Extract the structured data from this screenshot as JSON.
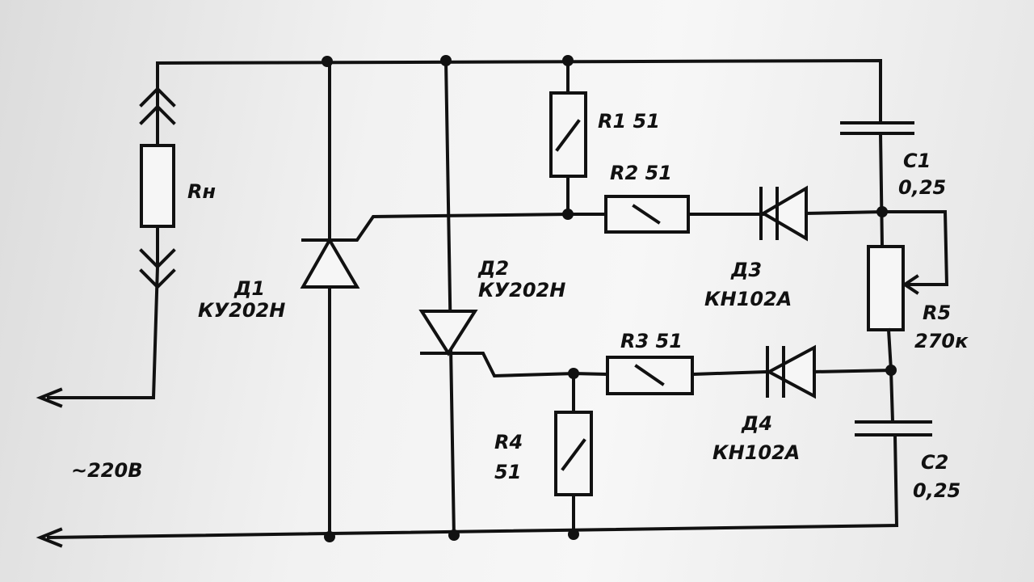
{
  "labels": {
    "rn": "Rн",
    "d1_name": "Д1",
    "d1_type": "КУ202Н",
    "d2_name": "Д2",
    "d2_type": "КУ202Н",
    "r1": "R1 51",
    "r2": "R2 51",
    "r3": "R3 51",
    "r4_name": "R4",
    "r4_value": "51",
    "d3_name": "Д3",
    "d3_type": "КН102А",
    "d4_name": "Д4",
    "d4_type": "КН102А",
    "c1_name": "C1",
    "c1_value": "0,25",
    "c2_name": "C2",
    "c2_value": "0,25",
    "r5_name": "R5",
    "r5_value": "270к",
    "supply": "~220В"
  }
}
